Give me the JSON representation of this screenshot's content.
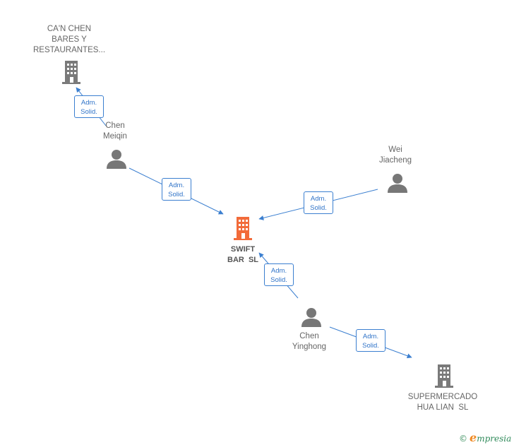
{
  "colors": {
    "main_company": "#f26b3a",
    "company": "#7a7a7a",
    "person": "#777777",
    "edge": "#3b7fd0"
  },
  "nodes": {
    "swift_bar": {
      "line1": "SWIFT",
      "line2": "BAR  SL",
      "icon": "building-icon"
    },
    "can_chen": {
      "line1": "CA'N CHEN",
      "line2": "BARES Y",
      "line3": "RESTAURANTES...",
      "icon": "building-icon"
    },
    "supermercado": {
      "line1": "SUPERMERCADO",
      "line2": "HUA LIAN  SL",
      "icon": "building-icon"
    },
    "chen_meiqin": {
      "line1": "Chen",
      "line2": "Meiqin",
      "icon": "person-icon"
    },
    "wei_jiacheng": {
      "line1": "Wei",
      "line2": "Jiacheng",
      "icon": "person-icon"
    },
    "chen_yinghong": {
      "line1": "Chen",
      "line2": "Yinghong",
      "icon": "person-icon"
    }
  },
  "edges": [
    {
      "from": "Chen Meiqin",
      "to": "CA'N CHEN BARES Y RESTAURANTES...",
      "line1": "Adm.",
      "line2": "Solid."
    },
    {
      "from": "Chen Meiqin",
      "to": "SWIFT BAR  SL",
      "line1": "Adm.",
      "line2": "Solid."
    },
    {
      "from": "Wei Jiacheng",
      "to": "SWIFT BAR  SL",
      "line1": "Adm.",
      "line2": "Solid."
    },
    {
      "from": "Chen Yinghong",
      "to": "SWIFT BAR  SL",
      "line1": "Adm.",
      "line2": "Solid."
    },
    {
      "from": "Chen Yinghong",
      "to": "SUPERMERCADO HUA LIAN  SL",
      "line1": "Adm.",
      "line2": "Solid."
    }
  ],
  "watermark": {
    "copyright": "©",
    "brand_initial": "e",
    "brand_rest": "mpresia"
  }
}
